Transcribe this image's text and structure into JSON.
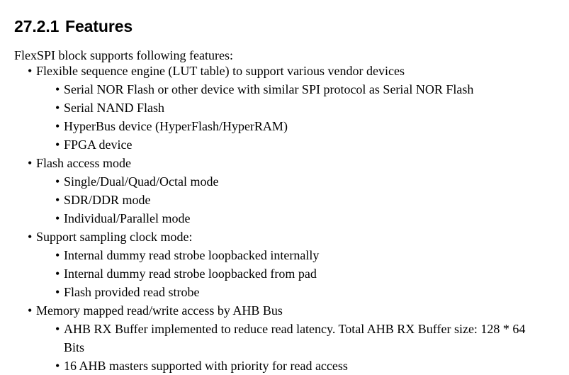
{
  "heading": {
    "number": "27.2.1",
    "title": "Features"
  },
  "intro": "FlexSPI block supports following features:",
  "bullet_glyph": "•",
  "colors": {
    "text": "#000000",
    "background": "#ffffff"
  },
  "features": [
    {
      "label": "Flexible sequence engine (LUT table) to support various vendor devices",
      "children": [
        {
          "label": "Serial NOR Flash or other device with similar SPI protocol as Serial NOR Flash"
        },
        {
          "label": "Serial NAND Flash"
        },
        {
          "label": "HyperBus device (HyperFlash/HyperRAM)"
        },
        {
          "label": "FPGA device"
        }
      ]
    },
    {
      "label": "Flash access mode",
      "children": [
        {
          "label": "Single/Dual/Quad/Octal mode"
        },
        {
          "label": "SDR/DDR mode"
        },
        {
          "label": "Individual/Parallel mode"
        }
      ]
    },
    {
      "label": "Support sampling clock mode:",
      "children": [
        {
          "label": "Internal dummy read strobe loopbacked internally"
        },
        {
          "label": "Internal dummy read strobe loopbacked from pad"
        },
        {
          "label": "Flash provided read strobe"
        }
      ]
    },
    {
      "label": "Memory mapped read/write access by AHB Bus",
      "children": [
        {
          "label": "AHB RX Buffer implemented to reduce read latency. Total AHB RX Buffer size: 128 * 64 Bits",
          "wraps": true
        },
        {
          "label": "16 AHB masters supported with priority for read access"
        }
      ]
    }
  ]
}
